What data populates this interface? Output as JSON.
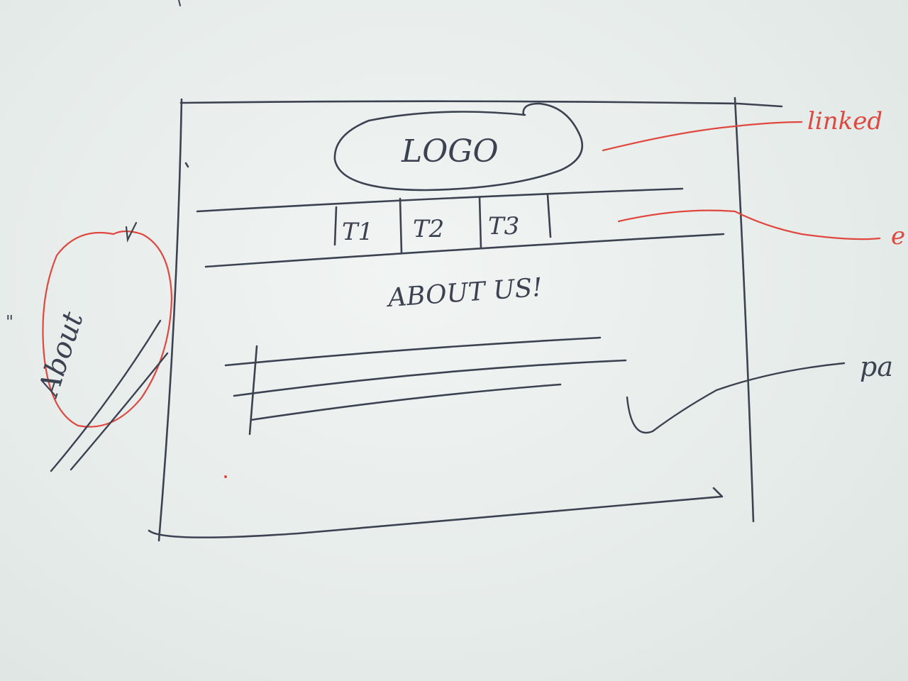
{
  "wireframe": {
    "logo_label": "LOGO",
    "tabs": [
      "T1",
      "T2",
      "T3"
    ],
    "heading": "ABOUT US!"
  },
  "annotations": {
    "linked": "linked",
    "tabs_note": "e",
    "paragraph_note": "pa",
    "side_label": "About",
    "side_mark": "\""
  },
  "colors": {
    "pencil": "#3c4250",
    "red_pen": "#e0473f",
    "paper": "#e8eded"
  }
}
